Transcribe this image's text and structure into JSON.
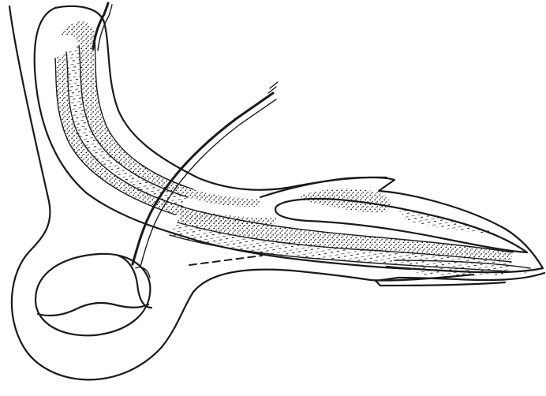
{
  "figure": {
    "ink_color": "#1a1a1a",
    "background_color": "#ffffff",
    "style": "black-and-white line engraving",
    "parts": [
      {
        "id": "outer-contour",
        "icon": "contour-line"
      },
      {
        "id": "ovoid-body",
        "icon": "oval-outline"
      },
      {
        "id": "thin-tube",
        "icon": "curved-line"
      },
      {
        "id": "layered-shaft",
        "icon": "striped-band"
      },
      {
        "id": "forked-tip",
        "icon": "tapered-prongs"
      },
      {
        "id": "dashed-line",
        "icon": "dashed-stroke"
      }
    ]
  }
}
